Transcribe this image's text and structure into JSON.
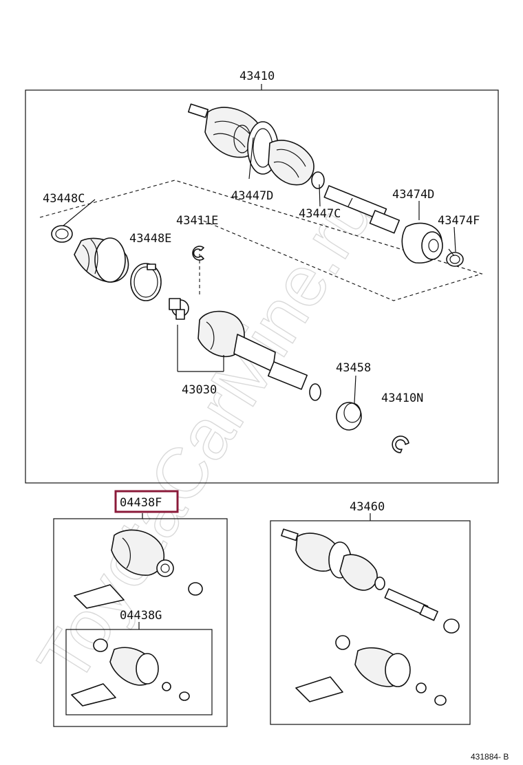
{
  "labels": {
    "main_assembly": "43410",
    "boot_clamp_outer": "43448C",
    "boot_clamp_small": "43448E",
    "snap_ring": "43411E",
    "boot_inner": "43447D",
    "boot_clamp_inner": "43447C",
    "damper": "43474D",
    "damper_clamp": "43474F",
    "inboard_joint": "43030",
    "dust_seal": "43458",
    "hole_snap_ring": "43410N",
    "boot_kit": "04438F",
    "boot_kit_inner": "04438G",
    "shaft_assembly": "43460"
  },
  "footer": {
    "code": "431884- B"
  },
  "watermark": {
    "text": "ToyotaCarMine.ru"
  },
  "colors": {
    "highlight": "#8b1a3a",
    "line": "#111111",
    "watermark": "#d9d9d9"
  }
}
